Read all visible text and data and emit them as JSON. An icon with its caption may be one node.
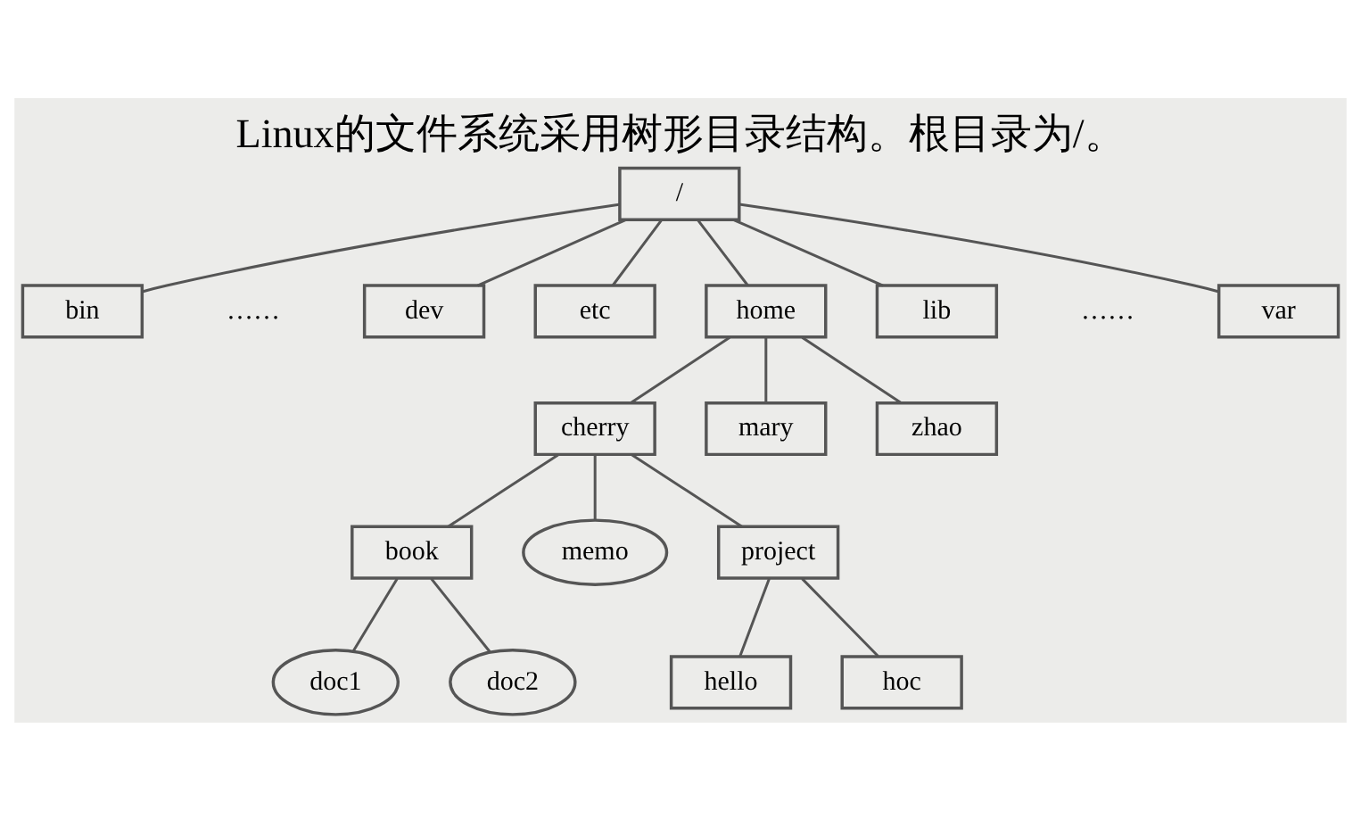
{
  "diagram": {
    "title": "Linux的文件系统采用树形目录结构。根目录为/。",
    "nodes": [
      {
        "text": [
          "/"
        ]
      },
      {
        "text": [
          "bin"
        ]
      },
      {
        "text": [
          "dev"
        ]
      },
      {
        "text": [
          "etc"
        ]
      },
      {
        "text": [
          "home"
        ]
      },
      {
        "text": [
          "lib"
        ]
      },
      {
        "text": [
          "var"
        ]
      },
      {
        "text": [
          "cherry"
        ]
      },
      {
        "text": [
          "mary"
        ]
      },
      {
        "text": [
          "zhao"
        ]
      },
      {
        "text": [
          "book"
        ]
      },
      {
        "text": [
          "memo"
        ]
      },
      {
        "text": [
          "project"
        ]
      },
      {
        "text": [
          "doc1"
        ]
      },
      {
        "text": [
          "doc2"
        ]
      },
      {
        "text": [
          "hello"
        ]
      },
      {
        "text": [
          "hoc"
        ]
      }
    ],
    "edges": [
      {
        "from": 0,
        "to": 1,
        "arrow": "none"
      },
      {
        "from": 0,
        "to": 2,
        "arrow": "none"
      },
      {
        "from": 0,
        "to": 3,
        "arrow": "none"
      },
      {
        "from": 0,
        "to": 4,
        "arrow": "none"
      },
      {
        "from": 0,
        "to": 5,
        "arrow": "none"
      },
      {
        "from": 0,
        "to": 6,
        "arrow": "none"
      },
      {
        "from": 4,
        "to": 7,
        "arrow": "none"
      },
      {
        "from": 4,
        "to": 8,
        "arrow": "none"
      },
      {
        "from": 4,
        "to": 9,
        "arrow": "none"
      },
      {
        "from": 7,
        "to": 10,
        "arrow": "none"
      },
      {
        "from": 7,
        "to": 11,
        "arrow": "none"
      },
      {
        "from": 7,
        "to": 12,
        "arrow": "none"
      },
      {
        "from": 10,
        "to": 13,
        "arrow": "none"
      },
      {
        "from": 10,
        "to": 14,
        "arrow": "none"
      },
      {
        "from": 12,
        "to": 15,
        "arrow": "none"
      },
      {
        "from": 12,
        "to": 16,
        "arrow": "none"
      }
    ],
    "labels": [
      "……",
      "……"
    ]
  }
}
